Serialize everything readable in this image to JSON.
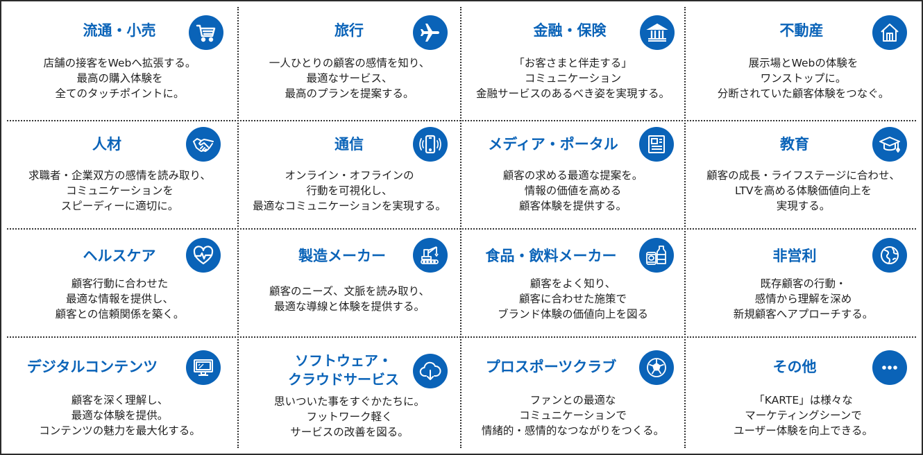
{
  "colors": {
    "accent": "#0a63b8",
    "text": "#1f1f1f",
    "divider": "#333333"
  },
  "cells": [
    {
      "title": [
        "流通・小売"
      ],
      "icon": "shopping-cart-icon",
      "lines": [
        "店舗の接客をWebへ拡張する。",
        "最高の購入体験を",
        "全てのタッチポイントに。"
      ]
    },
    {
      "title": [
        "旅行"
      ],
      "icon": "airplane-icon",
      "lines": [
        "一人ひとりの顧客の感情を知り、",
        "最適なサービス、",
        "最高のプランを提案する。"
      ]
    },
    {
      "title": [
        "金融・保険"
      ],
      "icon": "bank-icon",
      "lines": [
        "「お客さまと伴走する」",
        "コミュニケーション",
        "金融サービスのあるべき姿を実現する。"
      ]
    },
    {
      "title": [
        "不動産"
      ],
      "icon": "house-icon",
      "lines": [
        "展示場とWebの体験を",
        "ワンストップに。",
        "分断されていた顧客体験をつなぐ。"
      ]
    },
    {
      "title": [
        "人材"
      ],
      "icon": "handshake-icon",
      "lines": [
        "求職者・企業双方の感情を読み取り、",
        "コミュニケーションを",
        "スピーディーに適切に。"
      ]
    },
    {
      "title": [
        "通信"
      ],
      "icon": "smartphone-icon",
      "lines": [
        "オンライン・オフラインの",
        "行動を可視化し、",
        "最適なコミュニケーションを実現する。"
      ]
    },
    {
      "title": [
        "メディア・ポータル"
      ],
      "icon": "newspaper-icon",
      "lines": [
        "顧客の求める最適な提案を。",
        "情報の価値を高める",
        "顧客体験を提供する。"
      ]
    },
    {
      "title": [
        "教育"
      ],
      "icon": "graduation-cap-icon",
      "lines": [
        "顧客の成長・ライフステージに合わせ、",
        "LTVを高める体験価値向上を",
        "実現する。"
      ]
    },
    {
      "title": [
        "ヘルスケア"
      ],
      "icon": "heartbeat-icon",
      "lines": [
        "顧客行動に合わせた",
        "最適な情報を提供し、",
        "顧客との信頼関係を築く。"
      ]
    },
    {
      "title": [
        "製造メーカー"
      ],
      "icon": "crane-icon",
      "lines": [
        "顧客のニーズ、文脈を読み取り、",
        "最適な導線と体験を提供する。"
      ]
    },
    {
      "title": [
        "食品・飲料メーカー"
      ],
      "icon": "food-drink-icon",
      "lines": [
        "顧客をよく知り、",
        "顧客に合わせた施策で",
        "ブランド体験の価値向上を図る"
      ]
    },
    {
      "title": [
        "非営利"
      ],
      "icon": "globe-icon",
      "lines": [
        "既存顧客の行動・",
        "感情から理解を深め",
        "新規顧客へアプローチする。"
      ]
    },
    {
      "title": [
        "デジタルコンテンツ"
      ],
      "icon": "monitor-icon",
      "lines": [
        "顧客を深く理解し、",
        "最適な体験を提供。",
        "コンテンツの魅力を最大化する。"
      ]
    },
    {
      "title": [
        "ソフトウェア・",
        "クラウドサービス"
      ],
      "icon": "cloud-download-icon",
      "lines": [
        "思いついた事をすぐかたちに。",
        "フットワーク軽く",
        "サービスの改善を図る。"
      ]
    },
    {
      "title": [
        "プロスポーツクラブ"
      ],
      "icon": "soccer-ball-icon",
      "lines": [
        "ファンとの最適な",
        "コミュニケーションで",
        "情緒的・感情的なつながりをつくる。"
      ]
    },
    {
      "title": [
        "その他"
      ],
      "icon": "more-dots-icon",
      "lines": [
        "「KARTE」は様々な",
        "マーケティングシーンで",
        "ユーザー体験を向上できる。"
      ]
    }
  ]
}
